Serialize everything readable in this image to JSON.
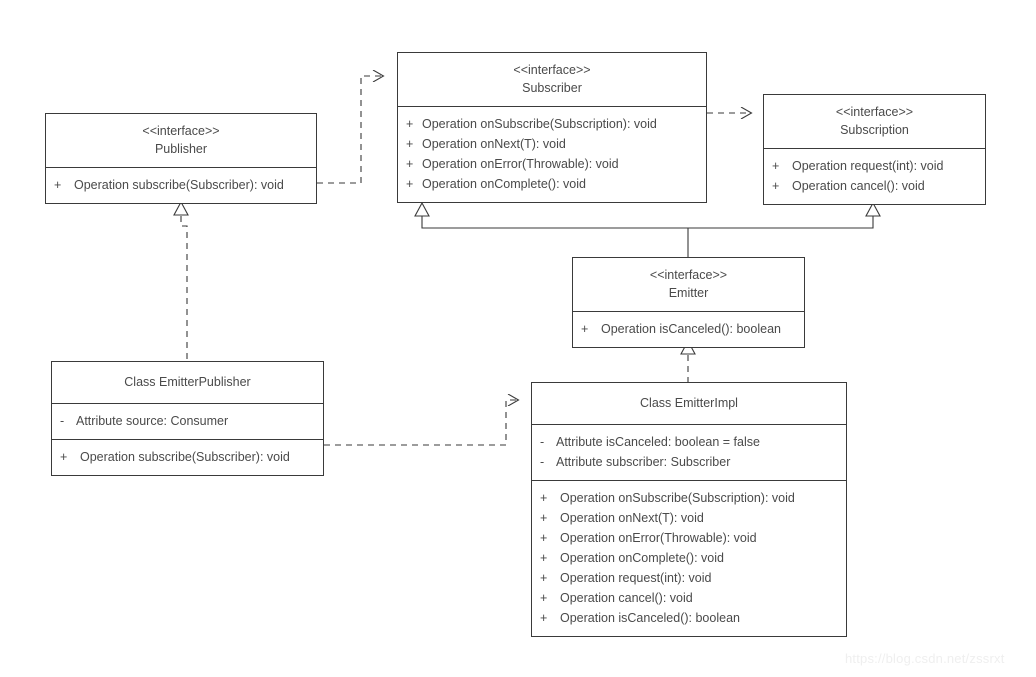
{
  "diagram": {
    "title": "Reactive Streams Emitter UML class diagram",
    "watermark": "https://blog.csdn.net/zssrxt",
    "colors": {
      "stroke": "#3a3a3a",
      "text": "#4a4a4a",
      "background": "#ffffff",
      "watermark": "#efefef"
    }
  },
  "boxes": {
    "publisher": {
      "stereotype": "<<interface>>",
      "name": "Publisher",
      "operations": [
        {
          "visibility": "+",
          "text": "Operation subscribe(Subscriber): void"
        }
      ]
    },
    "subscriber": {
      "stereotype": "<<interface>>",
      "name": "Subscriber",
      "operations": [
        {
          "visibility": "+",
          "text": "Operation onSubscribe(Subscription): void"
        },
        {
          "visibility": "+",
          "text": "Operation onNext(T): void"
        },
        {
          "visibility": "+",
          "text": "Operation onError(Throwable): void"
        },
        {
          "visibility": "+",
          "text": "Operation onComplete(): void"
        }
      ]
    },
    "subscription": {
      "stereotype": "<<interface>>",
      "name": "Subscription",
      "operations": [
        {
          "visibility": "+",
          "text": "Operation request(int): void"
        },
        {
          "visibility": "+",
          "text": "Operation cancel(): void"
        }
      ]
    },
    "emitter": {
      "stereotype": "<<interface>>",
      "name": "Emitter",
      "operations": [
        {
          "visibility": "+",
          "text": "Operation isCanceled(): boolean"
        }
      ]
    },
    "emitterPublisher": {
      "name": "Class EmitterPublisher",
      "attributes": [
        {
          "visibility": "-",
          "text": "Attribute source: Consumer"
        }
      ],
      "operations": [
        {
          "visibility": "+",
          "text": "Operation subscribe(Subscriber): void"
        }
      ]
    },
    "emitterImpl": {
      "name": "Class EmitterImpl",
      "attributes": [
        {
          "visibility": "-",
          "text": "Attribute isCanceled: boolean = false"
        },
        {
          "visibility": "-",
          "text": "Attribute subscriber: Subscriber"
        }
      ],
      "operations": [
        {
          "visibility": "+",
          "text": "Operation onSubscribe(Subscription): void"
        },
        {
          "visibility": "+",
          "text": "Operation onNext(T): void"
        },
        {
          "visibility": "+",
          "text": "Operation onError(Throwable): void"
        },
        {
          "visibility": "+",
          "text": "Operation onComplete(): void"
        },
        {
          "visibility": "+",
          "text": "Operation request(int): void"
        },
        {
          "visibility": "+",
          "text": "Operation cancel(): void"
        },
        {
          "visibility": "+",
          "text": "Operation isCanceled(): boolean"
        }
      ]
    }
  },
  "relations": [
    {
      "id": "publisher-uses-subscriber",
      "from": "Publisher",
      "to": "Subscriber",
      "type": "dependency"
    },
    {
      "id": "subscriber-uses-subscription",
      "from": "Subscriber",
      "to": "Subscription",
      "type": "dependency"
    },
    {
      "id": "emitter-extends-subscriber",
      "from": "Emitter",
      "to": "Subscriber",
      "type": "generalization"
    },
    {
      "id": "emitter-extends-subscription",
      "from": "Emitter",
      "to": "Subscription",
      "type": "generalization"
    },
    {
      "id": "emitterpublisher-implements-publisher",
      "from": "Class EmitterPublisher",
      "to": "Publisher",
      "type": "realization"
    },
    {
      "id": "emitterimpl-implements-emitter",
      "from": "Class EmitterImpl",
      "to": "Emitter",
      "type": "realization"
    },
    {
      "id": "emitterpublisher-uses-emitterimpl",
      "from": "Class EmitterPublisher",
      "to": "Class EmitterImpl",
      "type": "dependency"
    }
  ]
}
